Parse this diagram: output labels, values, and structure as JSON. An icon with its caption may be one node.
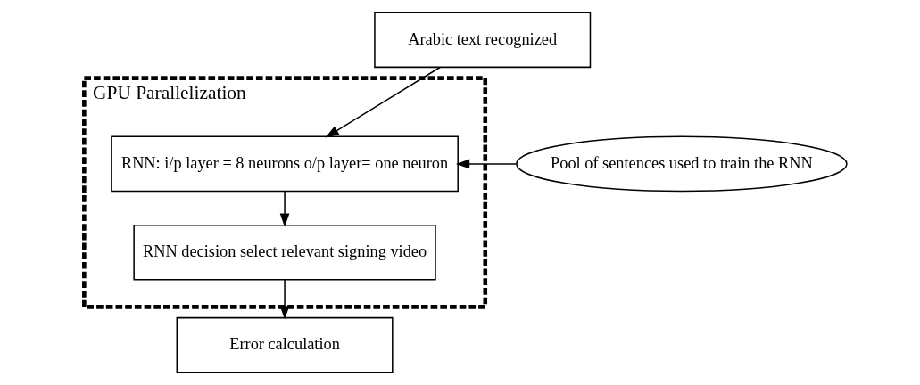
{
  "diagram": {
    "nodes": [
      {
        "text": [
          "Arabic text recognized"
        ]
      },
      {
        "text": [
          "GPU Parallelization"
        ]
      },
      {
        "text": [
          "RNN: i/p layer = 8 neurons o/p layer= one neuron"
        ],
        "in": 1
      },
      {
        "text": [
          "Pool of sentences used to train the RNN"
        ]
      },
      {
        "text": [
          "RNN decision select relevant signing video"
        ],
        "in": 1
      },
      {
        "text": [
          "Error calculation"
        ]
      }
    ],
    "edges": [
      {
        "from": 0,
        "to": 2,
        "arrow": "to"
      },
      {
        "from": 3,
        "to": 2,
        "arrow": "to"
      },
      {
        "from": 2,
        "to": 4,
        "arrow": "to"
      },
      {
        "from": 4,
        "to": 5,
        "arrow": "to"
      }
    ]
  }
}
